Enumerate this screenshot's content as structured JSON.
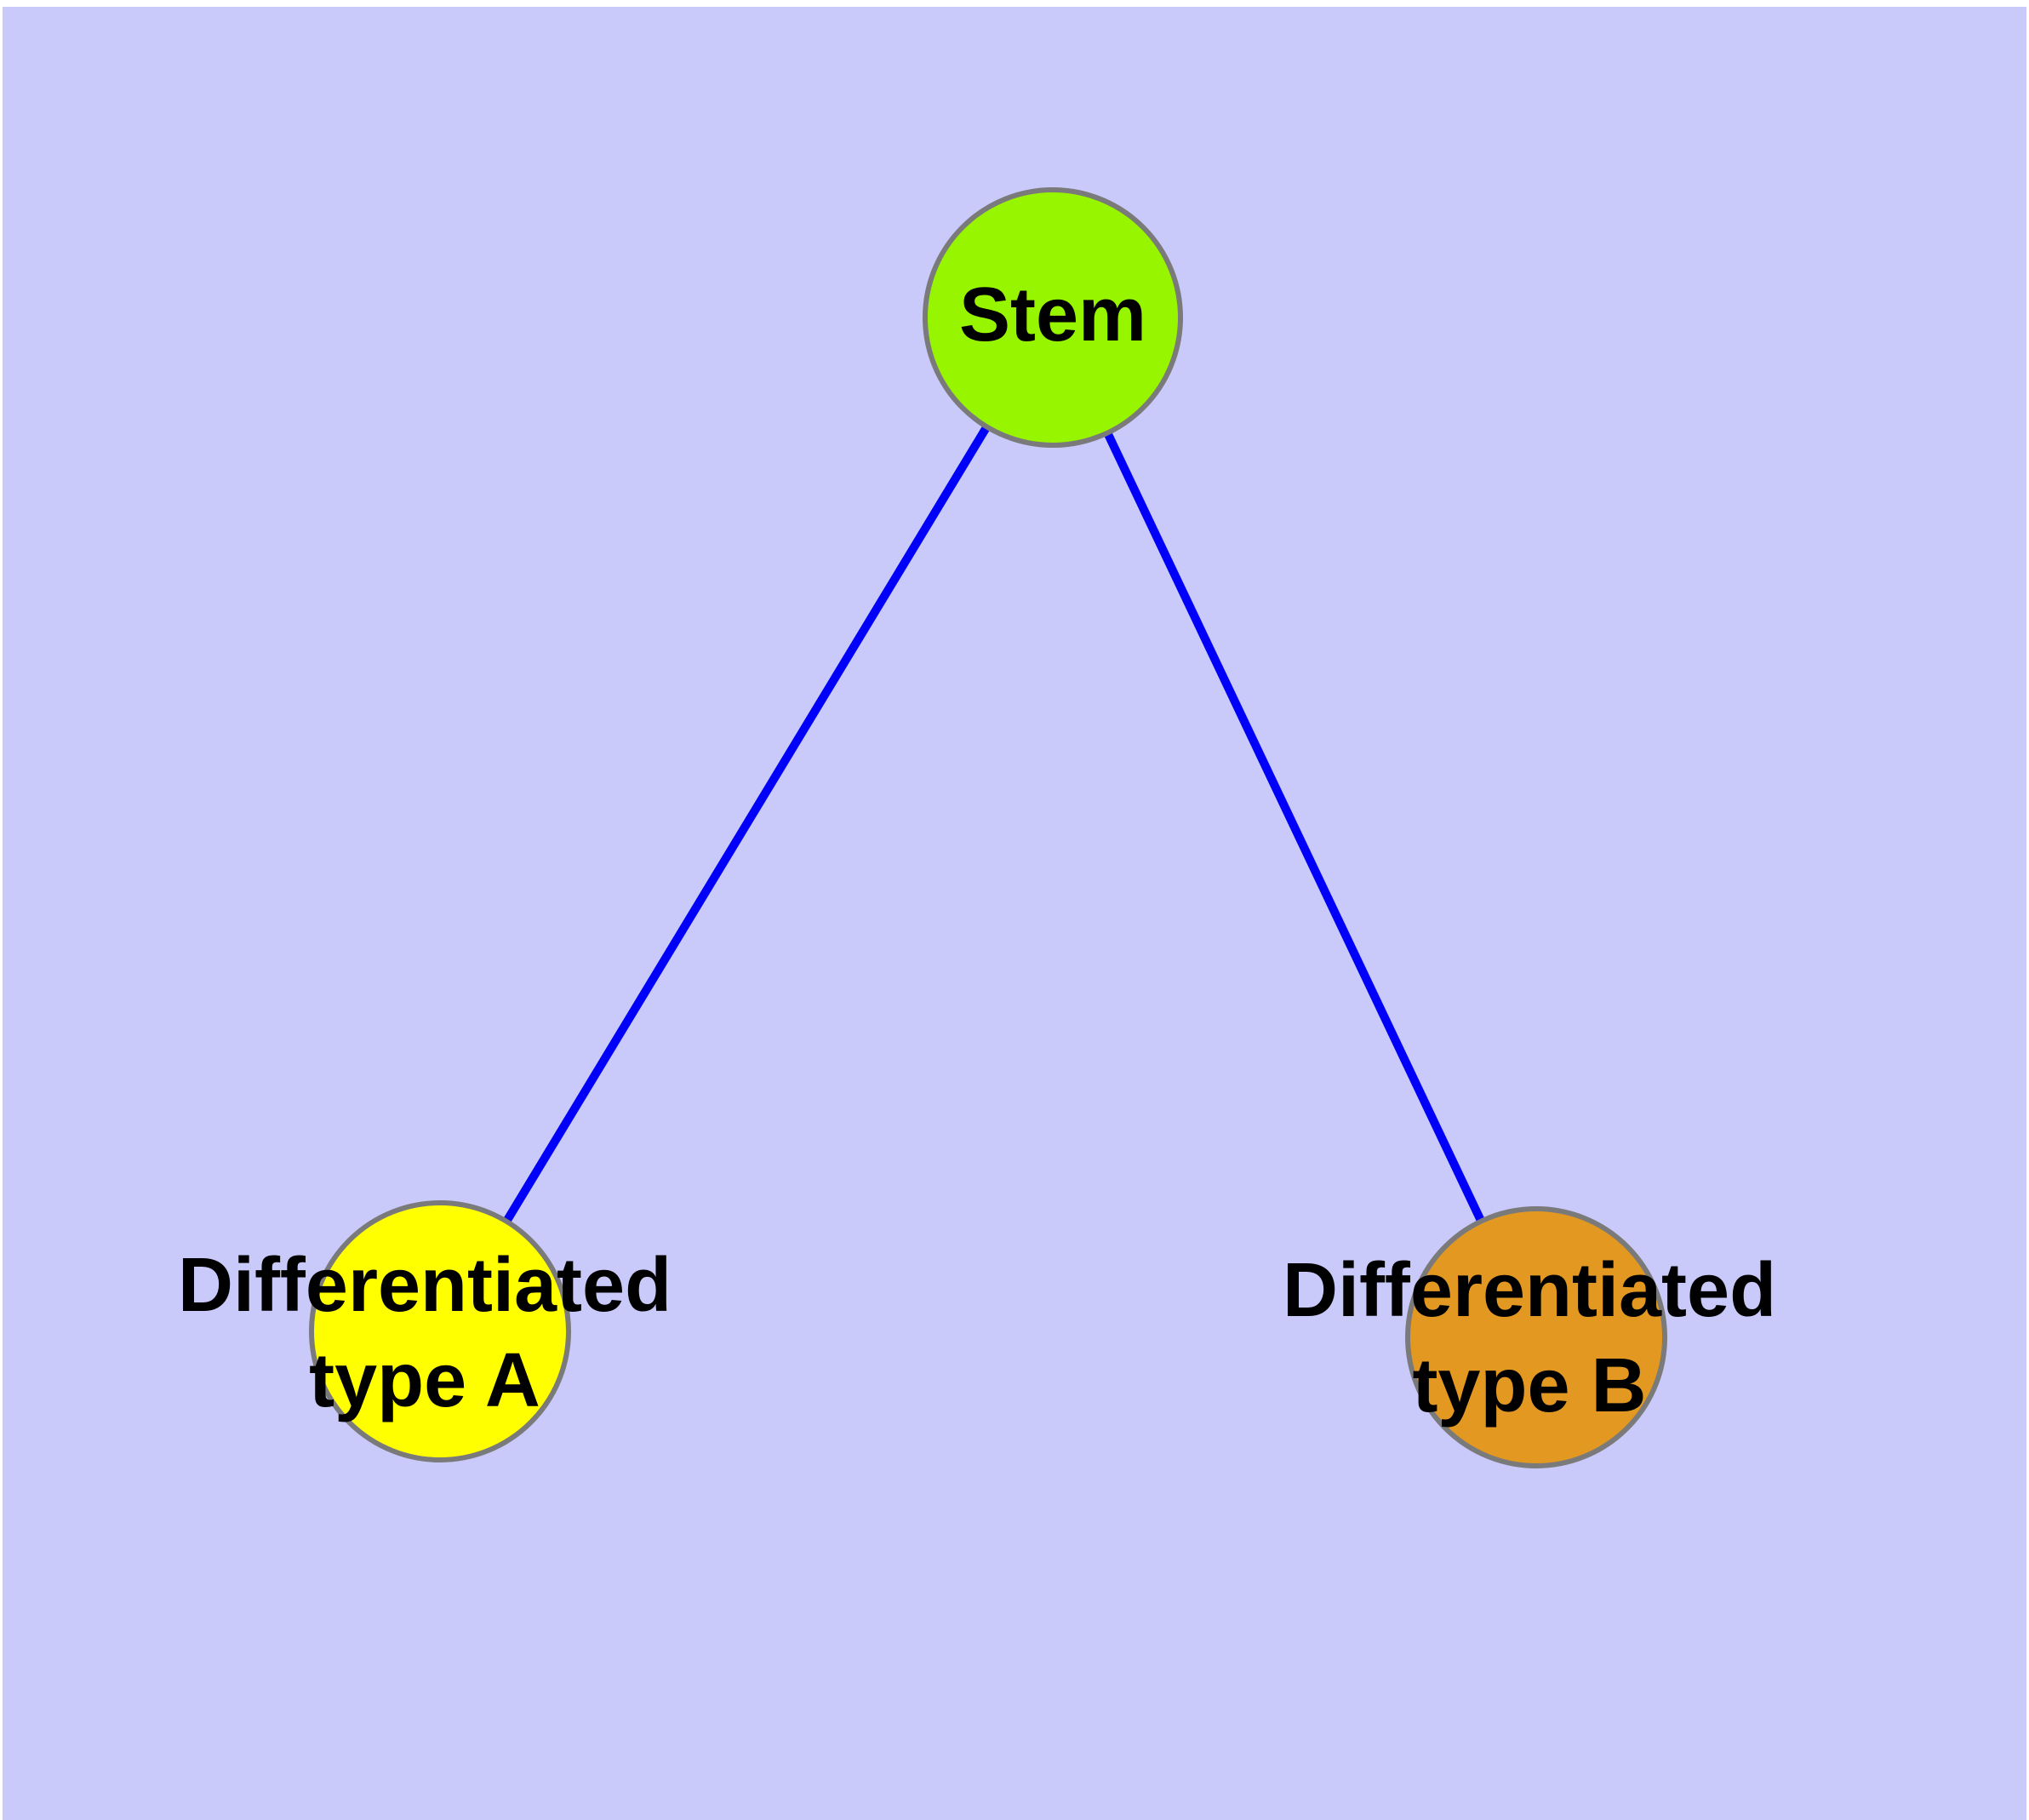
{
  "diagram": {
    "colors": {
      "background": "#C9C9FA",
      "frame": "#FFFFFF",
      "edge": "#0000FA",
      "node_border": "#7A7A7A",
      "label": "#000000"
    },
    "nodes": [
      {
        "id": "stem",
        "label": "Stem",
        "color": "#98F500"
      },
      {
        "id": "type-a",
        "label": "Differentiated\ntype A",
        "color": "#FFFF00"
      },
      {
        "id": "type-b",
        "label": "Differentiated\ntype B",
        "color": "#E29821"
      }
    ],
    "edges": [
      {
        "from": "stem",
        "to": "type-a"
      },
      {
        "from": "stem",
        "to": "type-b"
      }
    ]
  }
}
